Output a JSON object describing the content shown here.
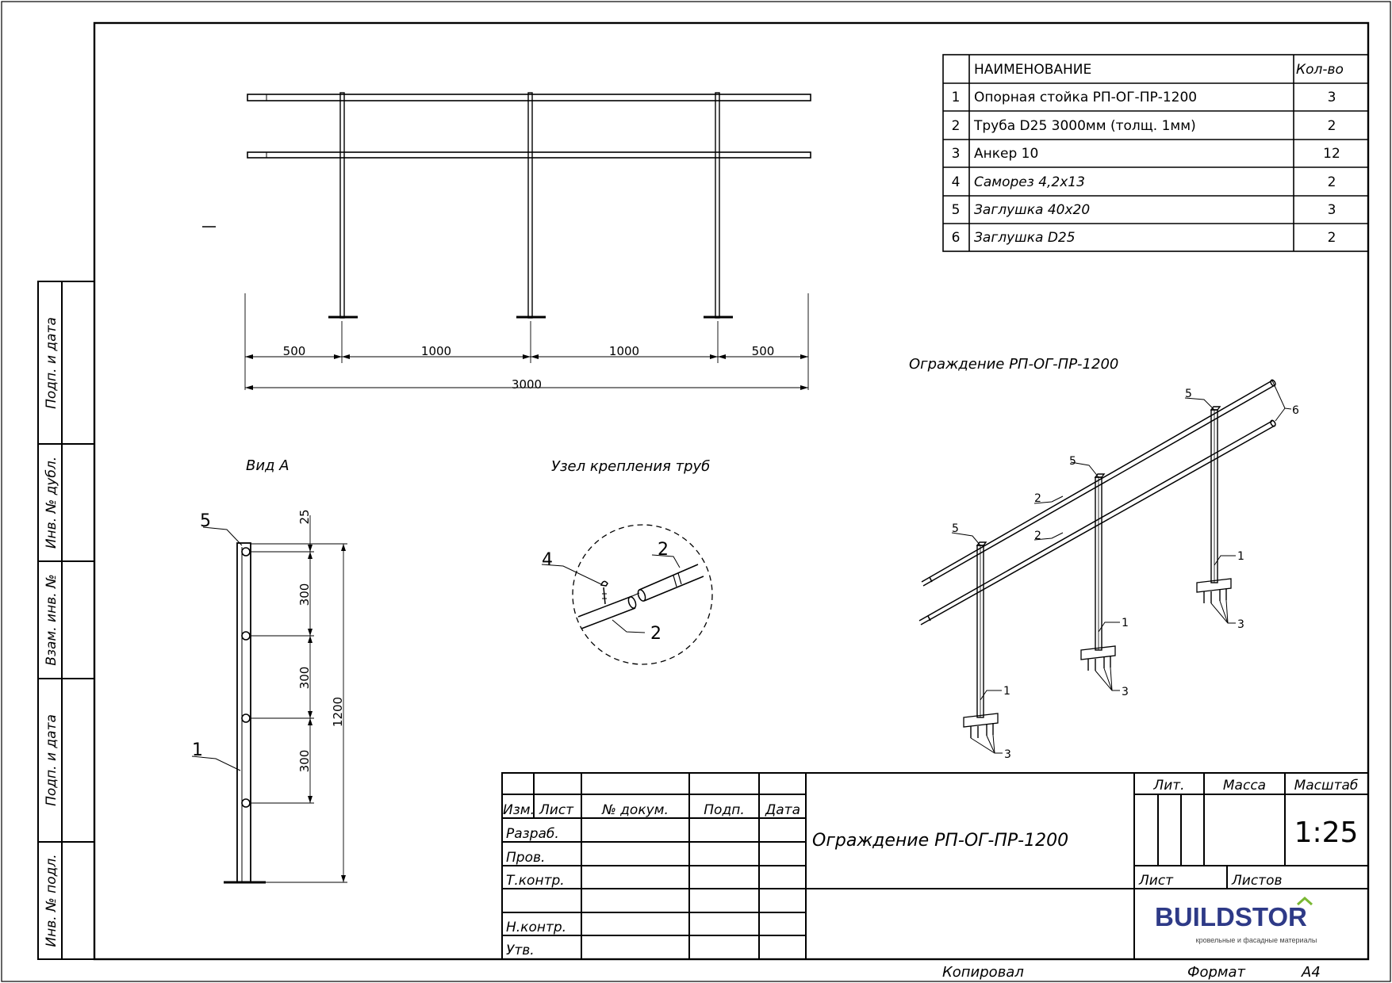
{
  "stamp_side": {
    "labels": [
      "Подп. и дата",
      "Инв. № дубл.",
      "Взам. инв. №",
      "Подп. и дата",
      "Инв. № подл."
    ]
  },
  "spec": {
    "header": {
      "num": "",
      "name": "НАИМЕНОВАНИЕ",
      "qty": "Кол-во"
    },
    "rows": [
      {
        "num": "1",
        "name": "Опорная стойка РП-ОГ-ПР-1200",
        "qty": "3"
      },
      {
        "num": "2",
        "name": "Труба D25 3000мм (толщ. 1мм)",
        "qty": "2"
      },
      {
        "num": "3",
        "name": "Анкер 10",
        "qty": "12"
      },
      {
        "num": "4",
        "name": "Саморез 4,2х13",
        "qty": "2"
      },
      {
        "num": "5",
        "name": "Заглушка 40х20",
        "qty": "3"
      },
      {
        "num": "6",
        "name": "Заглушка D25",
        "qty": "2"
      }
    ]
  },
  "front_view": {
    "dims": [
      "500",
      "1000",
      "1000",
      "500"
    ],
    "total": "3000"
  },
  "side_view": {
    "title": "Вид А",
    "callouts": {
      "cap": "5",
      "post": "1"
    },
    "dims": {
      "top": "25",
      "s1": "300",
      "s2": "300",
      "s3": "300",
      "height": "1200"
    }
  },
  "node_view": {
    "title": "Узел крепления труб",
    "callouts": {
      "screw": "4",
      "pipe_top": "2",
      "pipe_bottom": "2"
    }
  },
  "iso_view": {
    "title": "Ограждение РП-ОГ-ПР-1200",
    "callouts": {
      "cap_a": "5",
      "cap_b": "5",
      "cap_c": "5",
      "plug": "6",
      "pipe_a": "2",
      "pipe_b": "2",
      "post_a": "1",
      "post_b": "1",
      "post_c": "1",
      "anchor_a": "3",
      "anchor_b": "3",
      "anchor_c": "3"
    }
  },
  "title_block": {
    "cols": [
      "Изм.",
      "Лист",
      "№ докум.",
      "Подп.",
      "Дата"
    ],
    "roles": [
      "Разраб.",
      "Пров.",
      "Т.контр.",
      "",
      "Н.контр.",
      "Утв."
    ],
    "title": "Ограждение РП-ОГ-ПР-1200",
    "lit_label": "Лит.",
    "mass_label": "Масса",
    "scale_label": "Масштаб",
    "scale": "1:25",
    "sheet_label": "Лист",
    "sheets_label": "Листов",
    "logo_text": "BUILDSTOR",
    "logo_tagline": "кровельные и фасадные материалы"
  },
  "footer": {
    "copied": "Копировал",
    "format_label": "Формат",
    "format": "А4"
  }
}
